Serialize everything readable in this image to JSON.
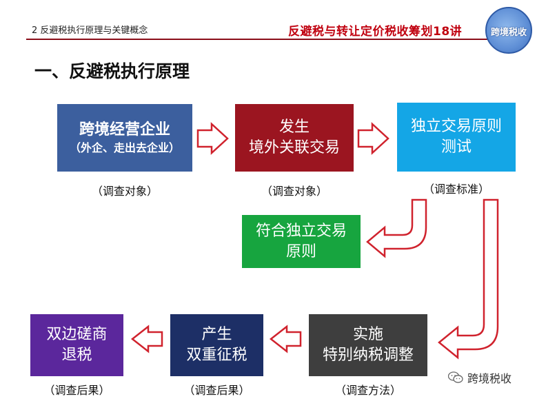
{
  "header": {
    "section_label": "2 反避税执行原理与关键概念",
    "series_title": "反避税与转让定价税收筹划18讲",
    "logo_text": "跨境税收"
  },
  "slide_title": "一、反避税执行原理",
  "nodes": {
    "enterprise": {
      "title": "跨境经营企业",
      "subtitle": "（外企、走出去企业）",
      "caption": "（调查对象）",
      "color": "#3c5f9e"
    },
    "related_party": {
      "line1": "发生",
      "line2": "境外关联交易",
      "caption": "（调查对象）",
      "color": "#9b1520"
    },
    "alp_test": {
      "line1": "独立交易原则",
      "line2": "测试",
      "caption": "（调查标准）",
      "color": "#14a6e6"
    },
    "compliant": {
      "line1": "符合独立交易",
      "line2": "原则",
      "color": "#17a53f"
    },
    "special_adjustment": {
      "line1": "实施",
      "line2": "特别纳税调整",
      "caption": "（调查方法）",
      "color": "#3e3e3e"
    },
    "double_tax": {
      "line1": "产生",
      "line2": "双重征税",
      "caption": "（调查后果）",
      "color": "#1d2f66"
    },
    "bilateral": {
      "line1": "双边磋商",
      "line2": "退税",
      "caption": "（调查后果）",
      "color": "#5b279c"
    }
  },
  "arrow_colors": {
    "outline": "#d0222d",
    "fill": "#ffffff"
  },
  "footer": {
    "wechat_label": "跨境税收"
  }
}
